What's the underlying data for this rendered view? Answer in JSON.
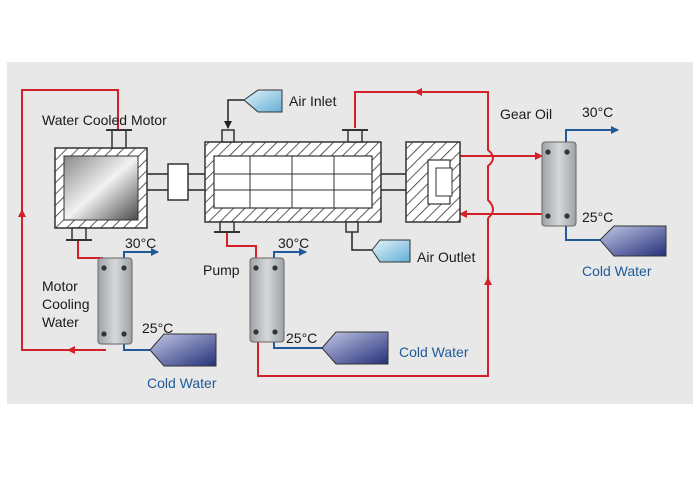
{
  "labels": {
    "water_cooled_motor": "Water Cooled Motor",
    "air_inlet": "Air Inlet",
    "air_outlet": "Air Outlet",
    "gear_oil": "Gear Oil",
    "pump": "Pump",
    "motor_cooling_line1": "Motor",
    "motor_cooling_line2": "Cooling",
    "motor_cooling_line3": "Water"
  },
  "heat_exchangers": [
    {
      "name": "motor",
      "outlet_temp": "30°C",
      "inlet_temp": "25°C",
      "coolant": "Cold Water"
    },
    {
      "name": "pump",
      "outlet_temp": "30°C",
      "inlet_temp": "25°C",
      "coolant": "Cold Water"
    },
    {
      "name": "gear-oil",
      "outlet_temp": "30°C",
      "inlet_temp": "25°C",
      "coolant": "Cold Water"
    }
  ],
  "colors": {
    "background": "#e8e8e8",
    "hot_line": "#d42028",
    "cold_line": "#1f5a9a",
    "inlet_fill": "#a7d3ea",
    "cold_water_fill": "#2e3f86",
    "plate_fill": "#c6c8cb",
    "equipment": "#333333"
  }
}
